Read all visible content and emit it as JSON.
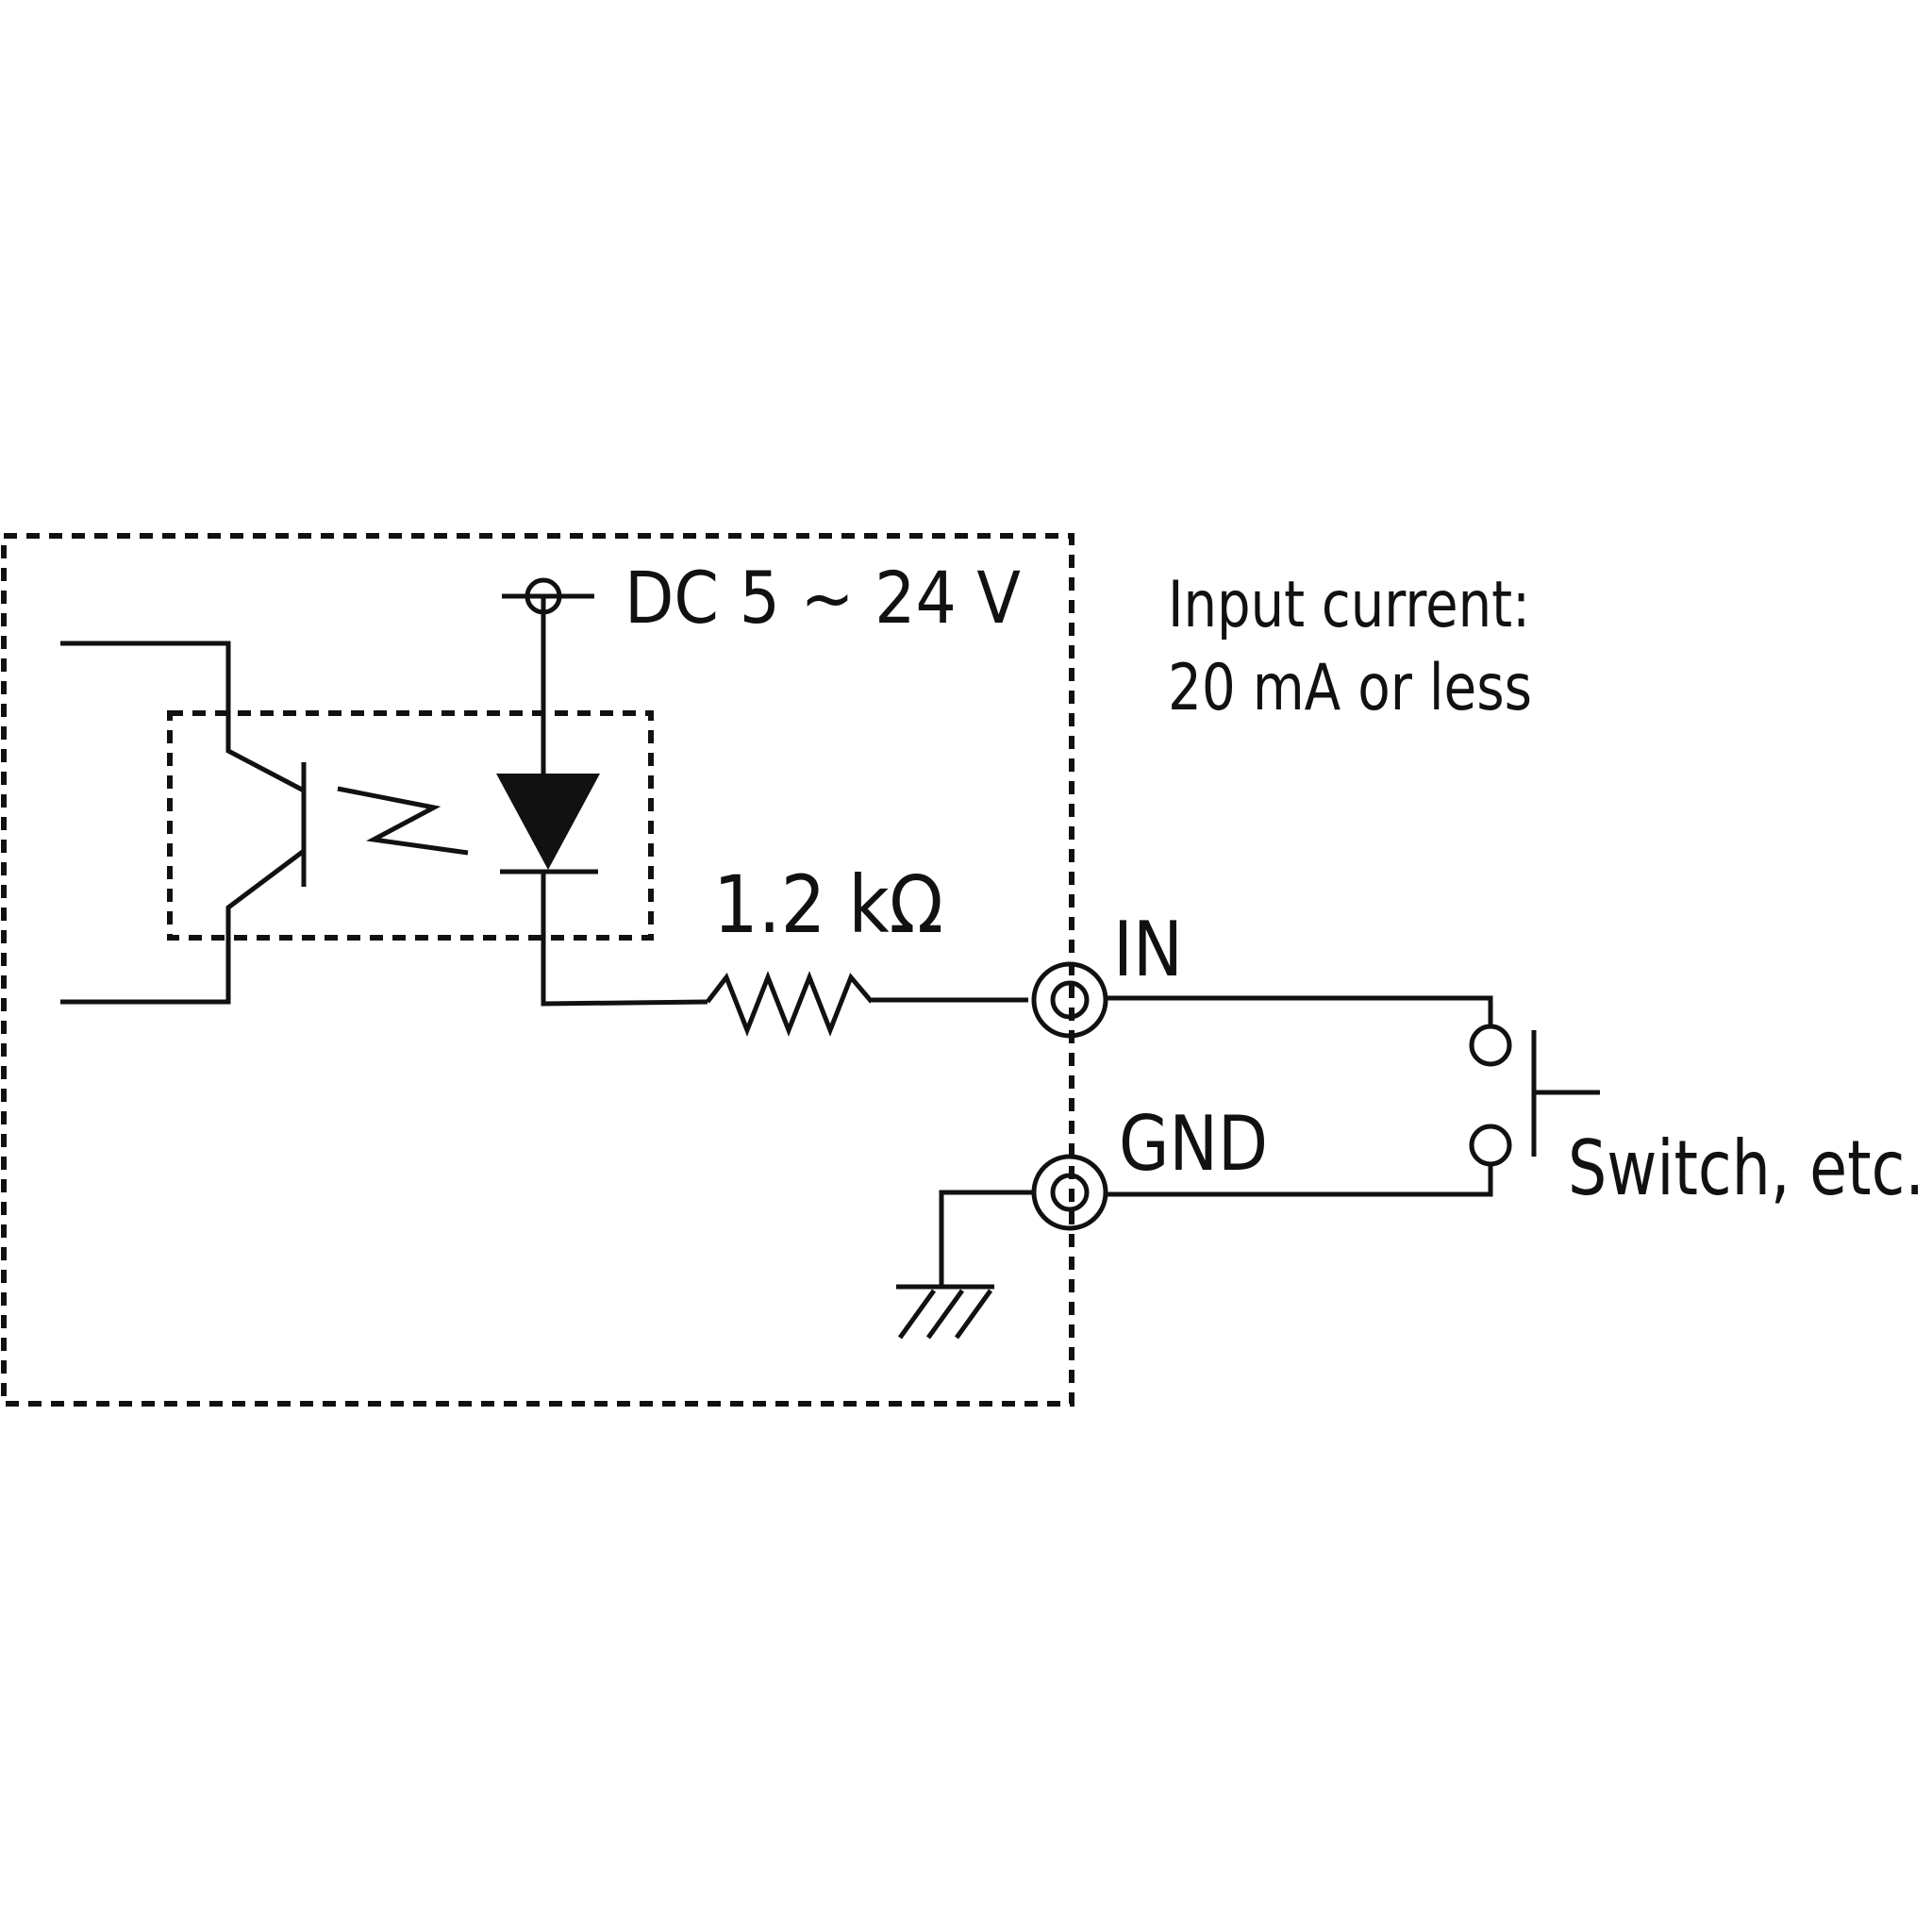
{
  "labels": {
    "supply_voltage": "DC 5 ~ 24 V",
    "input_current_line1": "Input current:",
    "input_current_line2": "20 mA or less",
    "resistor_value": "1.2 kΩ",
    "in_terminal": "IN",
    "gnd_terminal": "GND",
    "switch": "Switch, etc."
  },
  "colors": {
    "stroke": "#111111",
    "background": "#ffffff"
  }
}
